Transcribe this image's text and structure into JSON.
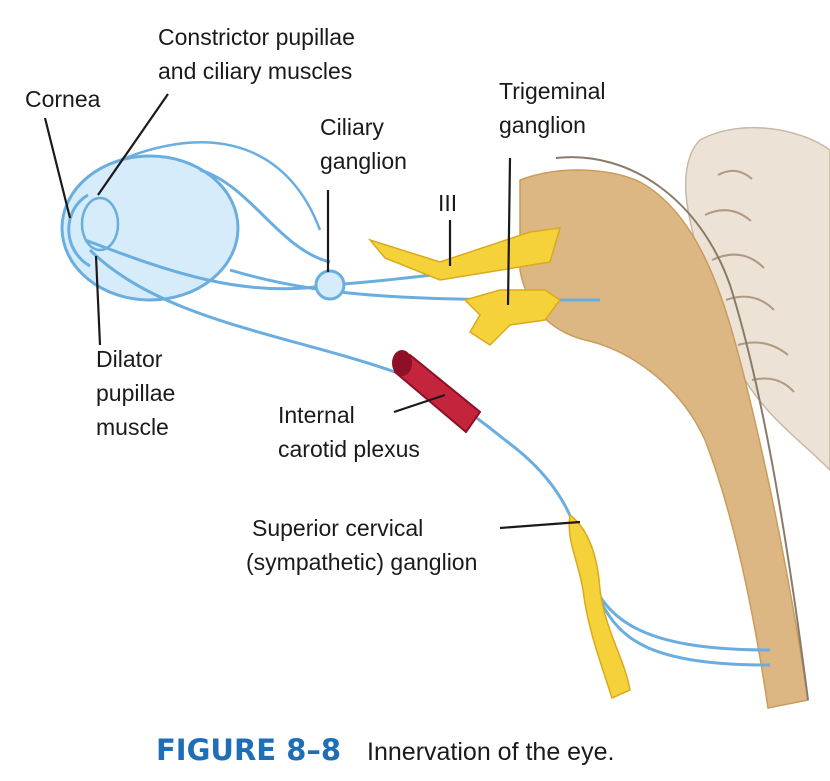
{
  "figure": {
    "labels": {
      "constrictor_line1": "Constrictor pupillae",
      "constrictor_line2": "and ciliary muscles",
      "cornea": "Cornea",
      "trigeminal_line1": "Trigeminal",
      "trigeminal_line2": "ganglion",
      "ciliary_line1": "Ciliary",
      "ciliary_line2": "ganglion",
      "nerve_three": "III",
      "dilator_line1": "Dilator",
      "dilator_line2": "pupillae",
      "dilator_line3": "muscle",
      "internal_line1": "Internal",
      "internal_line2": "carotid plexus",
      "superior_line1": "Superior cervical",
      "superior_line2": "(sympathetic) ganglion"
    },
    "colors": {
      "nerve": "#6aaee0",
      "eye_fill": "#d6ecfa",
      "brainstem": "#ddb783",
      "ganglion": "#f5d23a",
      "carotid": "#c4243c",
      "cerebellum": "#ece3d6",
      "leader": "#1a1a1a"
    }
  },
  "caption": {
    "figure_number": "FIGURE 8–8",
    "text": "Innervation of the eye."
  }
}
